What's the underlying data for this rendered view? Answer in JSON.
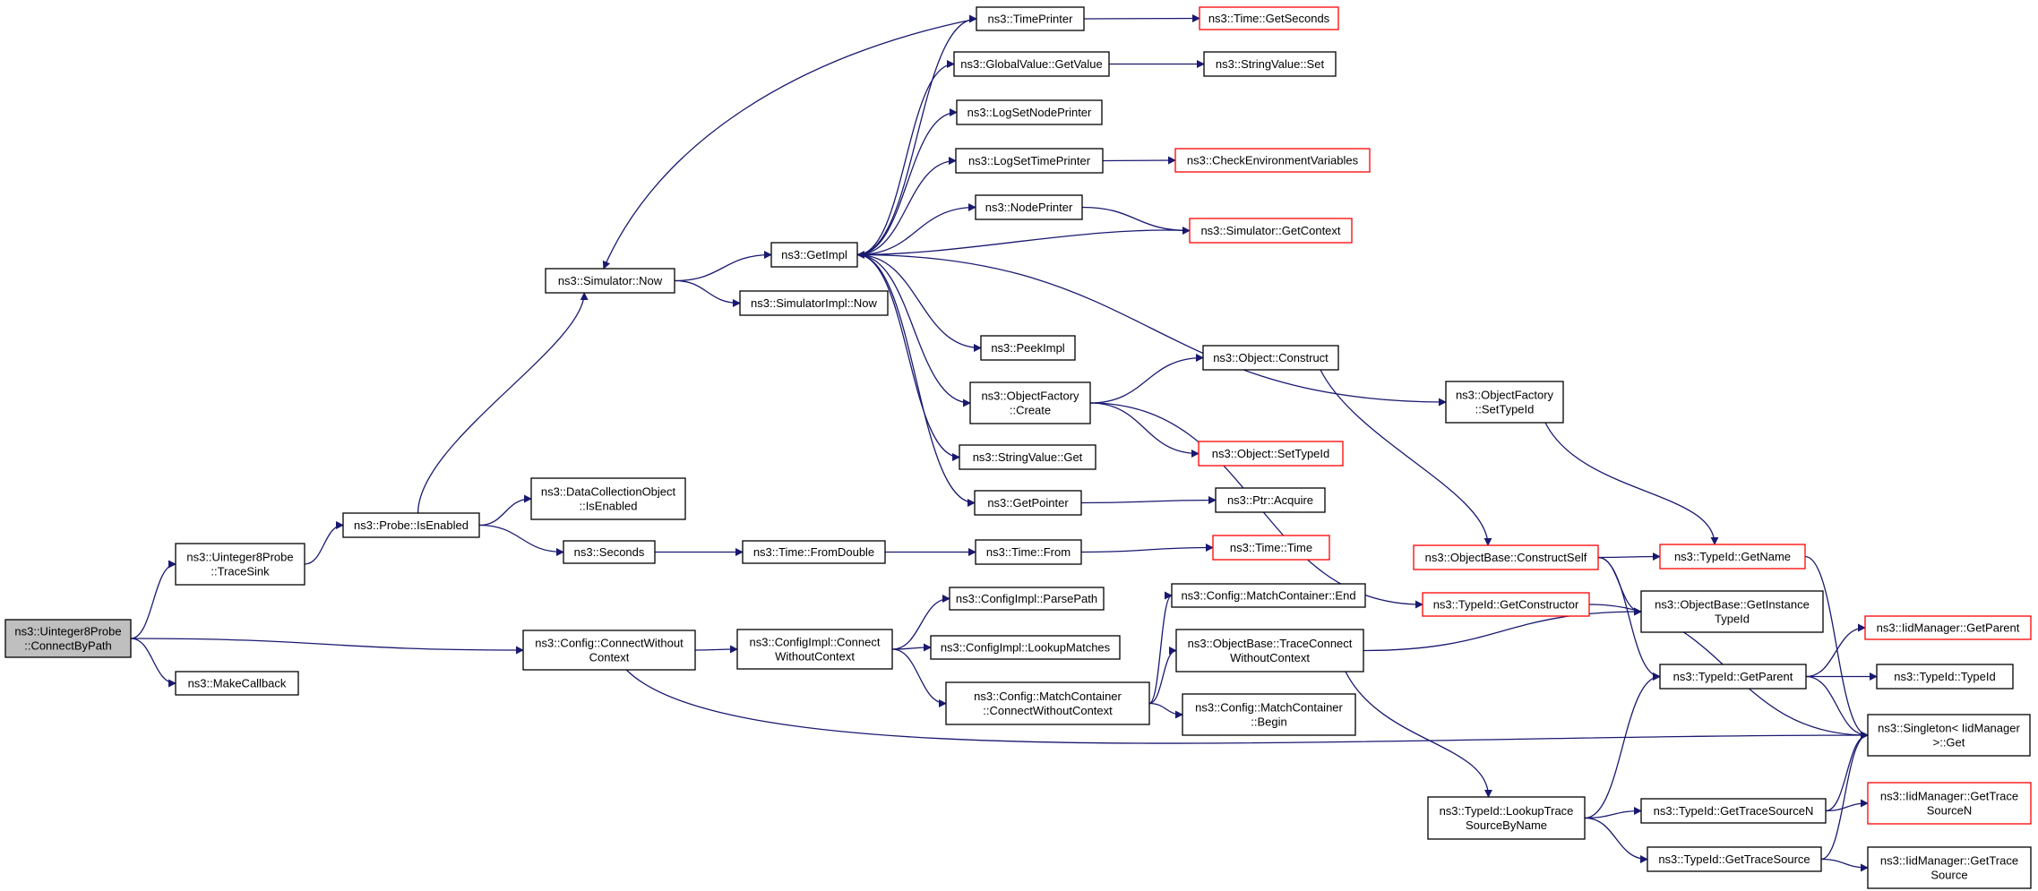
{
  "colors": {
    "edge": "#191970",
    "missing_border": "#ff0000",
    "focus_fill": "#bfbfbf"
  },
  "nodes": [
    {
      "id": "root",
      "lines": [
        "ns3::Uinteger8Probe",
        "::ConnectByPath"
      ],
      "style": "focus"
    },
    {
      "id": "traceSink",
      "lines": [
        "ns3::Uinteger8Probe",
        "::TraceSink"
      ],
      "style": "normal"
    },
    {
      "id": "makeCallback",
      "lines": [
        "ns3::MakeCallback"
      ],
      "style": "normal"
    },
    {
      "id": "probeIsEnabled",
      "lines": [
        "ns3::Probe::IsEnabled"
      ],
      "style": "normal"
    },
    {
      "id": "configConnectWC",
      "lines": [
        "ns3::Config::ConnectWithout",
        "Context"
      ],
      "style": "normal"
    },
    {
      "id": "simNow",
      "lines": [
        "ns3::Simulator::Now"
      ],
      "style": "normal"
    },
    {
      "id": "dcoIsEnabled",
      "lines": [
        "ns3::DataCollectionObject",
        "::IsEnabled"
      ],
      "style": "normal"
    },
    {
      "id": "seconds",
      "lines": [
        "ns3::Seconds"
      ],
      "style": "normal"
    },
    {
      "id": "cfgImplConnect",
      "lines": [
        "ns3::ConfigImpl::Connect",
        "WithoutContext"
      ],
      "style": "normal"
    },
    {
      "id": "getImpl",
      "lines": [
        "ns3::GetImpl"
      ],
      "style": "normal"
    },
    {
      "id": "simImplNow",
      "lines": [
        "ns3::SimulatorImpl::Now"
      ],
      "style": "normal"
    },
    {
      "id": "timeFromDouble",
      "lines": [
        "ns3::Time::FromDouble"
      ],
      "style": "normal"
    },
    {
      "id": "parsePath",
      "lines": [
        "ns3::ConfigImpl::ParsePath"
      ],
      "style": "normal"
    },
    {
      "id": "lookupMatches",
      "lines": [
        "ns3::ConfigImpl::LookupMatches"
      ],
      "style": "normal"
    },
    {
      "id": "mcConnectWC",
      "lines": [
        "ns3::Config::MatchContainer",
        "::ConnectWithoutContext"
      ],
      "style": "normal"
    },
    {
      "id": "timePrinter",
      "lines": [
        "ns3::TimePrinter"
      ],
      "style": "normal"
    },
    {
      "id": "gvGetValue",
      "lines": [
        "ns3::GlobalValue::GetValue"
      ],
      "style": "normal"
    },
    {
      "id": "logSetNodePrinter",
      "lines": [
        "ns3::LogSetNodePrinter"
      ],
      "style": "normal"
    },
    {
      "id": "logSetTimePrinter",
      "lines": [
        "ns3::LogSetTimePrinter"
      ],
      "style": "normal"
    },
    {
      "id": "nodePrinter",
      "lines": [
        "ns3::NodePrinter"
      ],
      "style": "normal"
    },
    {
      "id": "peekImpl",
      "lines": [
        "ns3::PeekImpl"
      ],
      "style": "normal"
    },
    {
      "id": "ofCreate",
      "lines": [
        "ns3::ObjectFactory",
        "::Create"
      ],
      "style": "normal"
    },
    {
      "id": "svGet",
      "lines": [
        "ns3::StringValue::Get"
      ],
      "style": "normal"
    },
    {
      "id": "getPointer",
      "lines": [
        "ns3::GetPointer"
      ],
      "style": "normal"
    },
    {
      "id": "timeFrom",
      "lines": [
        "ns3::Time::From"
      ],
      "style": "normal"
    },
    {
      "id": "mcEnd",
      "lines": [
        "ns3::Config::MatchContainer::End"
      ],
      "style": "normal"
    },
    {
      "id": "obTraceConnectWC",
      "lines": [
        "ns3::ObjectBase::TraceConnect",
        "WithoutContext"
      ],
      "style": "normal"
    },
    {
      "id": "mcBegin",
      "lines": [
        "ns3::Config::MatchContainer",
        "::Begin"
      ],
      "style": "normal"
    },
    {
      "id": "timeGetSeconds",
      "lines": [
        "ns3::Time::GetSeconds"
      ],
      "style": "red"
    },
    {
      "id": "svSet",
      "lines": [
        "ns3::StringValue::Set"
      ],
      "style": "normal"
    },
    {
      "id": "checkEnvVars",
      "lines": [
        "ns3::CheckEnvironmentVariables"
      ],
      "style": "red"
    },
    {
      "id": "simGetContext",
      "lines": [
        "ns3::Simulator::GetContext"
      ],
      "style": "red"
    },
    {
      "id": "objConstruct",
      "lines": [
        "ns3::Object::Construct"
      ],
      "style": "normal"
    },
    {
      "id": "objSetTypeId",
      "lines": [
        "ns3::Object::SetTypeId"
      ],
      "style": "red"
    },
    {
      "id": "ptrAcquire",
      "lines": [
        "ns3::Ptr::Acquire"
      ],
      "style": "normal"
    },
    {
      "id": "timeTime",
      "lines": [
        "ns3::Time::Time"
      ],
      "style": "red"
    },
    {
      "id": "ofSetTypeId",
      "lines": [
        "ns3::ObjectFactory",
        "::SetTypeId"
      ],
      "style": "normal"
    },
    {
      "id": "obConstructSelf",
      "lines": [
        "ns3::ObjectBase::ConstructSelf"
      ],
      "style": "red"
    },
    {
      "id": "typeIdGetConstructor",
      "lines": [
        "ns3::TypeId::GetConstructor"
      ],
      "style": "red"
    },
    {
      "id": "lookupTraceSource",
      "lines": [
        "ns3::TypeId::LookupTrace",
        "SourceByName"
      ],
      "style": "normal"
    },
    {
      "id": "typeIdGetName",
      "lines": [
        "ns3::TypeId::GetName"
      ],
      "style": "red"
    },
    {
      "id": "obGetInstanceTypeId",
      "lines": [
        "ns3::ObjectBase::GetInstance",
        "TypeId"
      ],
      "style": "normal"
    },
    {
      "id": "typeIdGetParent",
      "lines": [
        "ns3::TypeId::GetParent"
      ],
      "style": "normal"
    },
    {
      "id": "getTraceSourceN",
      "lines": [
        "ns3::TypeId::GetTraceSourceN"
      ],
      "style": "normal"
    },
    {
      "id": "getTraceSource",
      "lines": [
        "ns3::TypeId::GetTraceSource"
      ],
      "style": "normal"
    },
    {
      "id": "iidGetParent",
      "lines": [
        "ns3::IidManager::GetParent"
      ],
      "style": "red"
    },
    {
      "id": "typeIdTypeId",
      "lines": [
        "ns3::TypeId::TypeId"
      ],
      "style": "normal"
    },
    {
      "id": "singletonGet",
      "lines": [
        "ns3::Singleton< IidManager",
        ">::Get"
      ],
      "style": "normal"
    },
    {
      "id": "iidGetTraceSourceN",
      "lines": [
        "ns3::IidManager::GetTrace",
        "SourceN"
      ],
      "style": "red"
    },
    {
      "id": "iidGetTraceSource",
      "lines": [
        "ns3::IidManager::GetTrace",
        "Source"
      ],
      "style": "normal"
    }
  ]
}
